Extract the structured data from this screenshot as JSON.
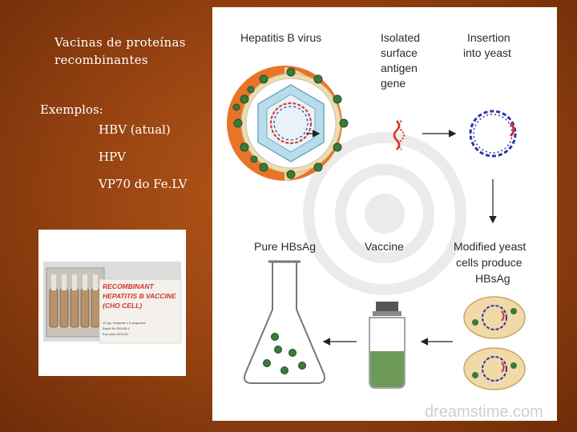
{
  "slide": {
    "title": "Vacinas de proteínas recombinantes",
    "examples_heading": "Exemplos:",
    "examples": [
      "HBV (atual)",
      "HPV",
      "VP70 do Fe.LV"
    ]
  },
  "product_photo": {
    "label_line1": "RECOMBINANT",
    "label_line2": "HEPATITIS B VACCINE",
    "label_line3": "(CHO CELL)",
    "fine_print": [
      "10 µg / ampoule x 5 ampoules",
      "Batch № 200105-1",
      "Exp date 2002-06"
    ]
  },
  "diagram": {
    "labels": {
      "virus": "Hepatitis B virus",
      "isolated_l1": "Isolated",
      "isolated_l2": "surface",
      "isolated_l3": "antigen",
      "isolated_l4": "gene",
      "insertion_l1": "Insertion",
      "insertion_l2": "into yeast",
      "pure": "Pure HBsAg",
      "vaccine": "Vaccine",
      "modified_l1": "Modified yeast",
      "modified_l2": "cells produce",
      "modified_l3": "HBsAg"
    },
    "watermark": "dreamstime.com",
    "colors": {
      "capsule_orange": "#e8742a",
      "dna_red": "#d6312e",
      "plasmid_blue": "#2d33a8",
      "antigen_green": "#3a7a3a",
      "liquid_green": "#6d9a58"
    }
  }
}
